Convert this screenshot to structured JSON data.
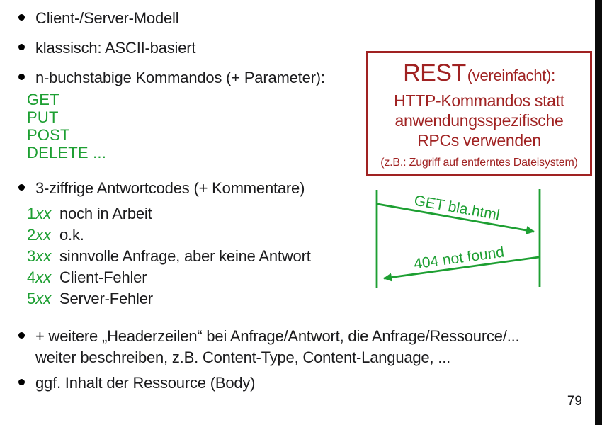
{
  "colors": {
    "green": "#1d9f32",
    "red": "#a02222",
    "text": "#1b1b1d",
    "bar": "#0b0b0b"
  },
  "page": {
    "number": "79"
  },
  "bullets": {
    "client_server": "Client-/Server-Modell",
    "klassisch": "klassisch: ASCII-basiert",
    "kommandos": "n-buchstabige Kommandos (+ Parameter):",
    "antwortcodes": "3-ziffrige Antwortcodes (+ Kommentare)",
    "header_line1": "+ weitere „Headerzeilen“ bei Anfrage/Antwort, die Anfrage/Ressource/...",
    "header_line2": "weiter beschreiben, z.B. Content-Type, Content-Language, ...",
    "body": "ggf. Inhalt der Ressource (Body)"
  },
  "commands": [
    "GET",
    "PUT",
    "POST",
    "DELETE ..."
  ],
  "response_codes": [
    {
      "num": "1",
      "suffix": "xx",
      "desc": "noch in Arbeit"
    },
    {
      "num": "2",
      "suffix": "xx",
      "desc": "o.k."
    },
    {
      "num": "3",
      "suffix": "xx",
      "desc": "sinnvolle Anfrage, aber keine Antwort"
    },
    {
      "num": "4",
      "suffix": "xx",
      "desc": "Client-Fehler"
    },
    {
      "num": "5",
      "suffix": "xx",
      "desc": "Server-Fehler"
    }
  ],
  "rest_box": {
    "title": "REST",
    "title_suffix": "(vereinfacht):",
    "line1": "HTTP-Kommandos statt",
    "line2": "anwendungsspezifische",
    "line3": "RPCs verwenden",
    "note": "(z.B.: Zugriff auf entferntes Dateisystem)"
  },
  "diagram": {
    "request_label": "GET bla.html",
    "response_label": "404 not found"
  }
}
